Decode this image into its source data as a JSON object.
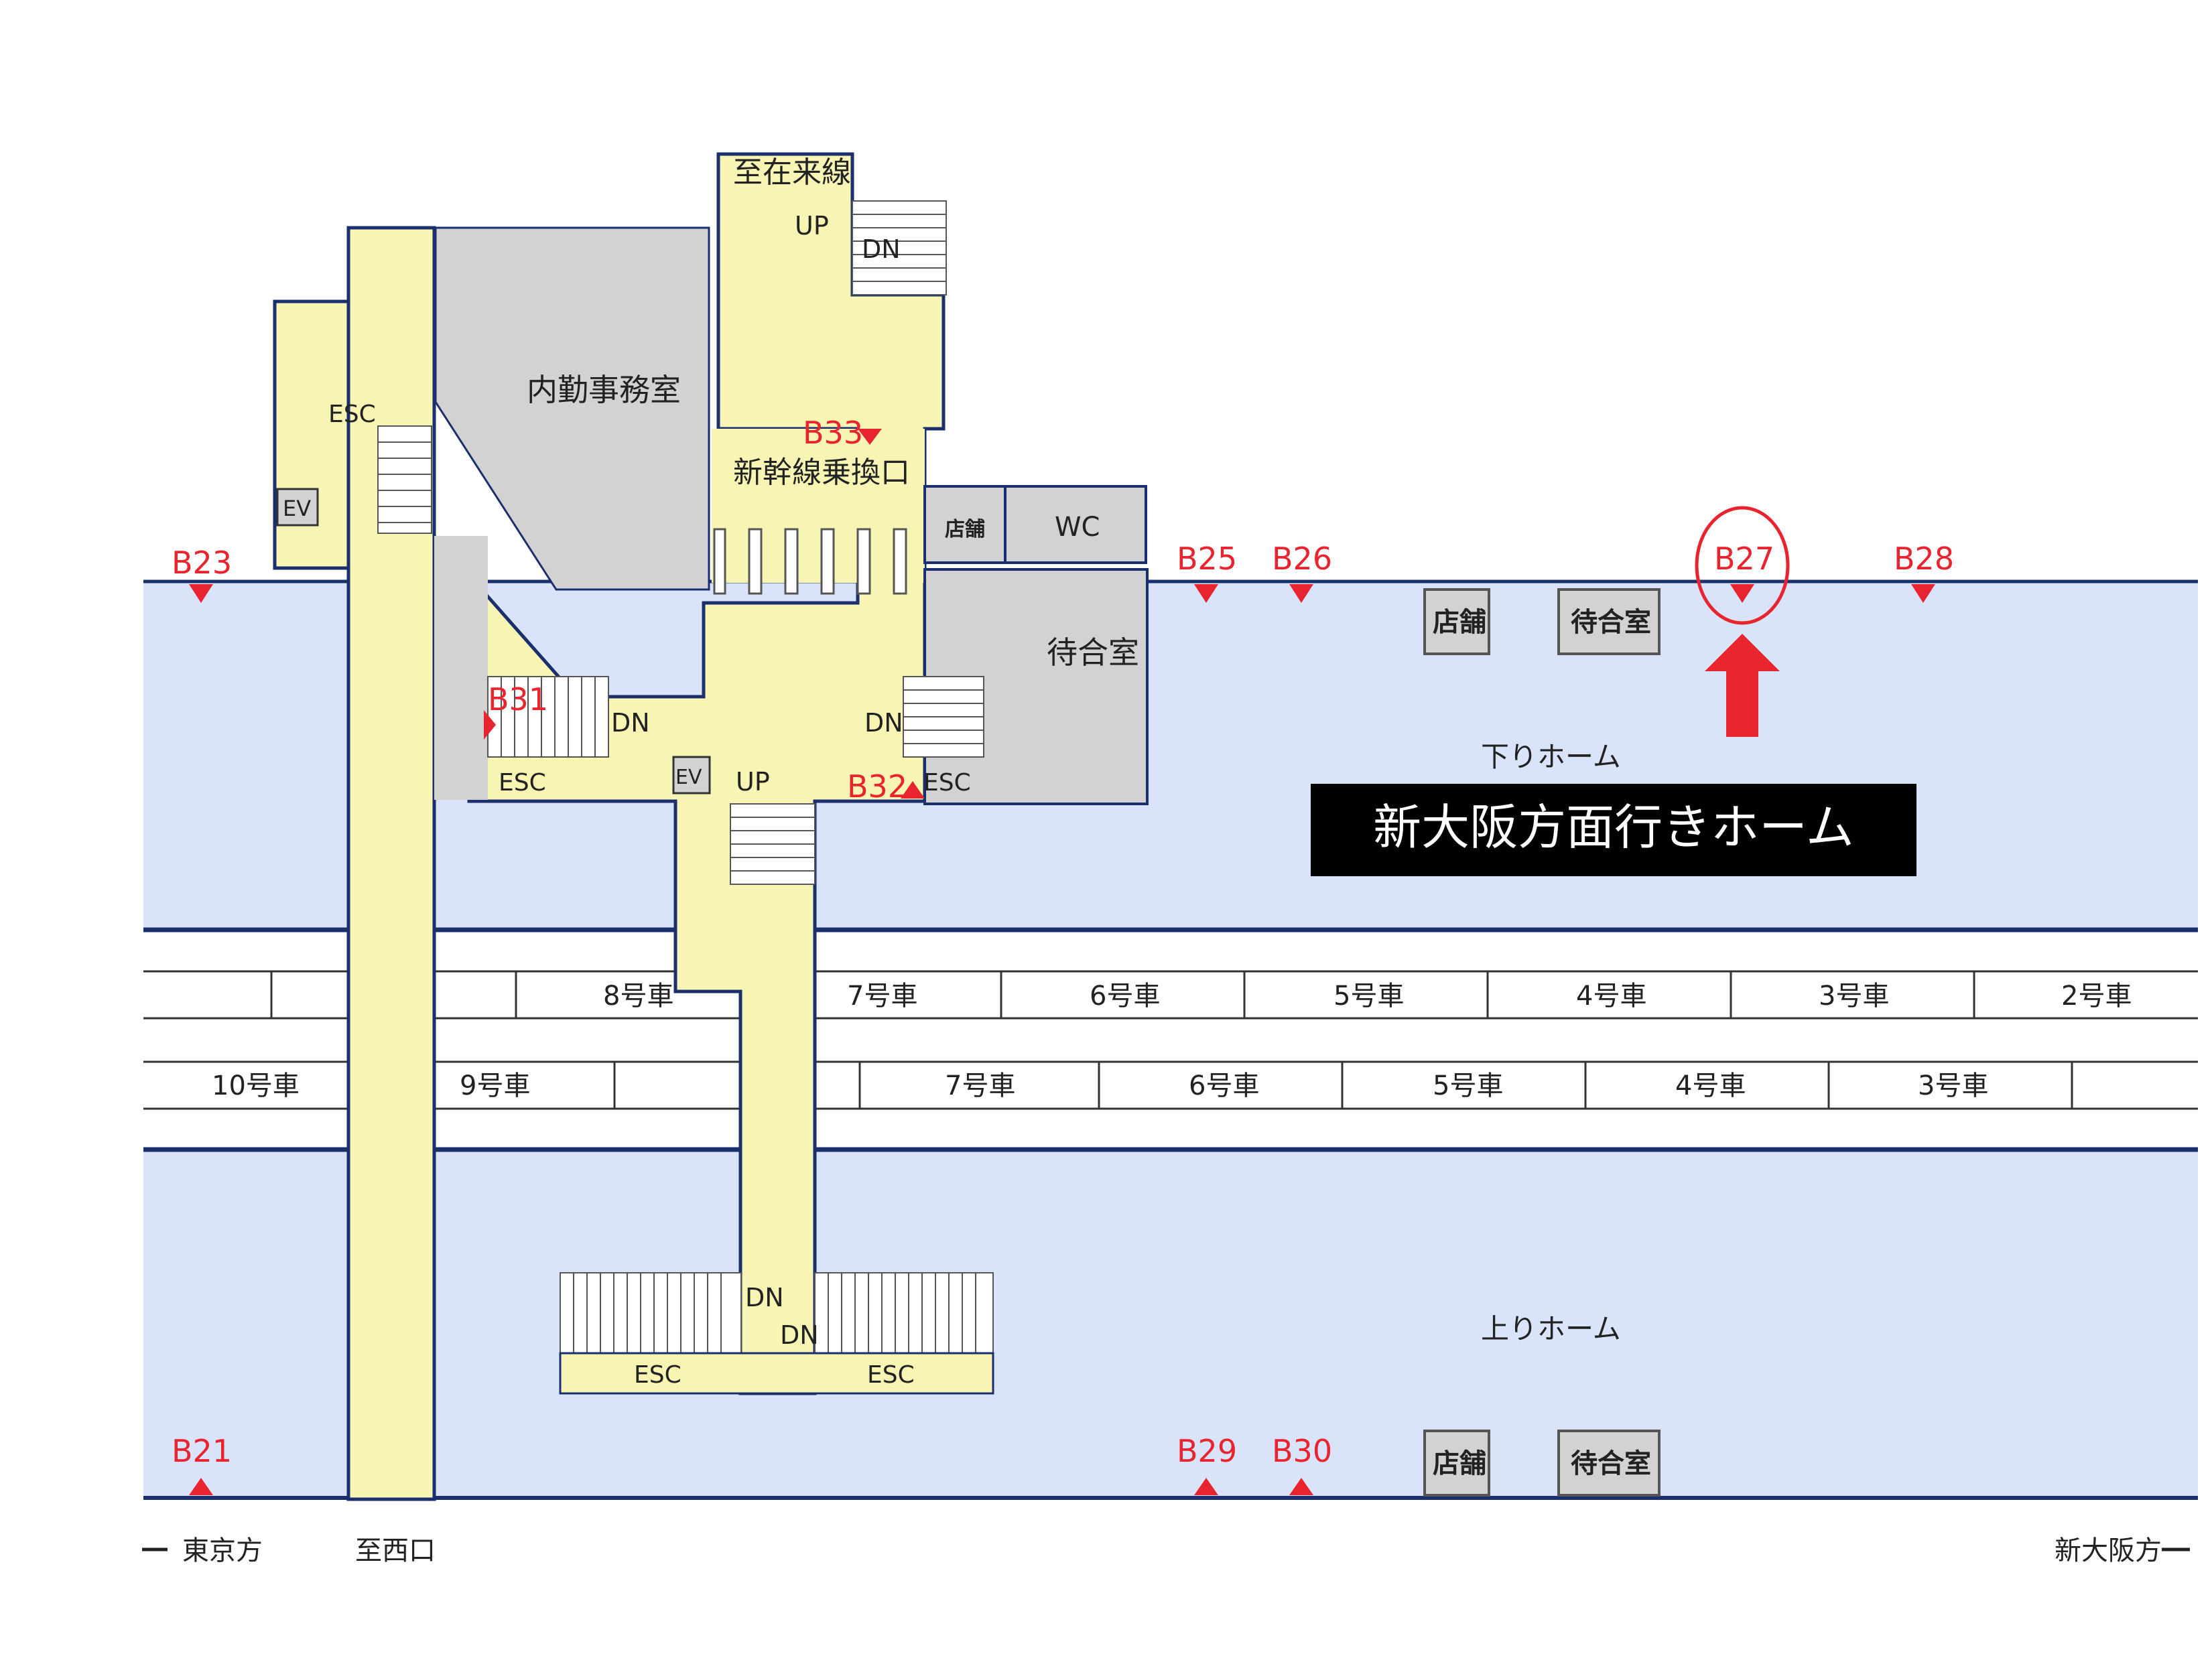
{
  "colors": {
    "platform": "#d9e4fb",
    "concourse": "#f8f5b4",
    "room": "#d2d2d2",
    "wall": "#1a2f6e",
    "exit_marker": "#e8242e",
    "banner_bg": "#000000",
    "banner_text": "#ffffff",
    "highlight": "#e8242e"
  },
  "labels": {
    "to_conventional": "至在来線",
    "office": "内勤事務室",
    "transfer_gate": "新幹線乗換口",
    "shop": "店舗",
    "wc": "WC",
    "waiting_room": "待合室",
    "esc": "ESC",
    "ev": "EV",
    "up": "UP",
    "dn": "DN",
    "down_platform": "下りホーム",
    "up_platform": "上りホーム",
    "to_west_exit": "至西口",
    "tokyo_direction": "東京方",
    "shin_osaka_direction": "新大阪方"
  },
  "exits": {
    "b21": "B21",
    "b23": "B23",
    "b25": "B25",
    "b26": "B26",
    "b27": "B27",
    "b28": "B28",
    "b29": "B29",
    "b30": "B30",
    "b31": "B31",
    "b32": "B32",
    "b33": "B33"
  },
  "cars_upper": [
    "8号車",
    "7号車",
    "6号車",
    "5号車",
    "4号車",
    "3号車",
    "2号車"
  ],
  "cars_lower": [
    "10号車",
    "9号車",
    "7号車",
    "6号車",
    "5号車",
    "4号車",
    "3号車"
  ],
  "banner": "新大阪方面行きホーム",
  "highlight_target": "B27"
}
